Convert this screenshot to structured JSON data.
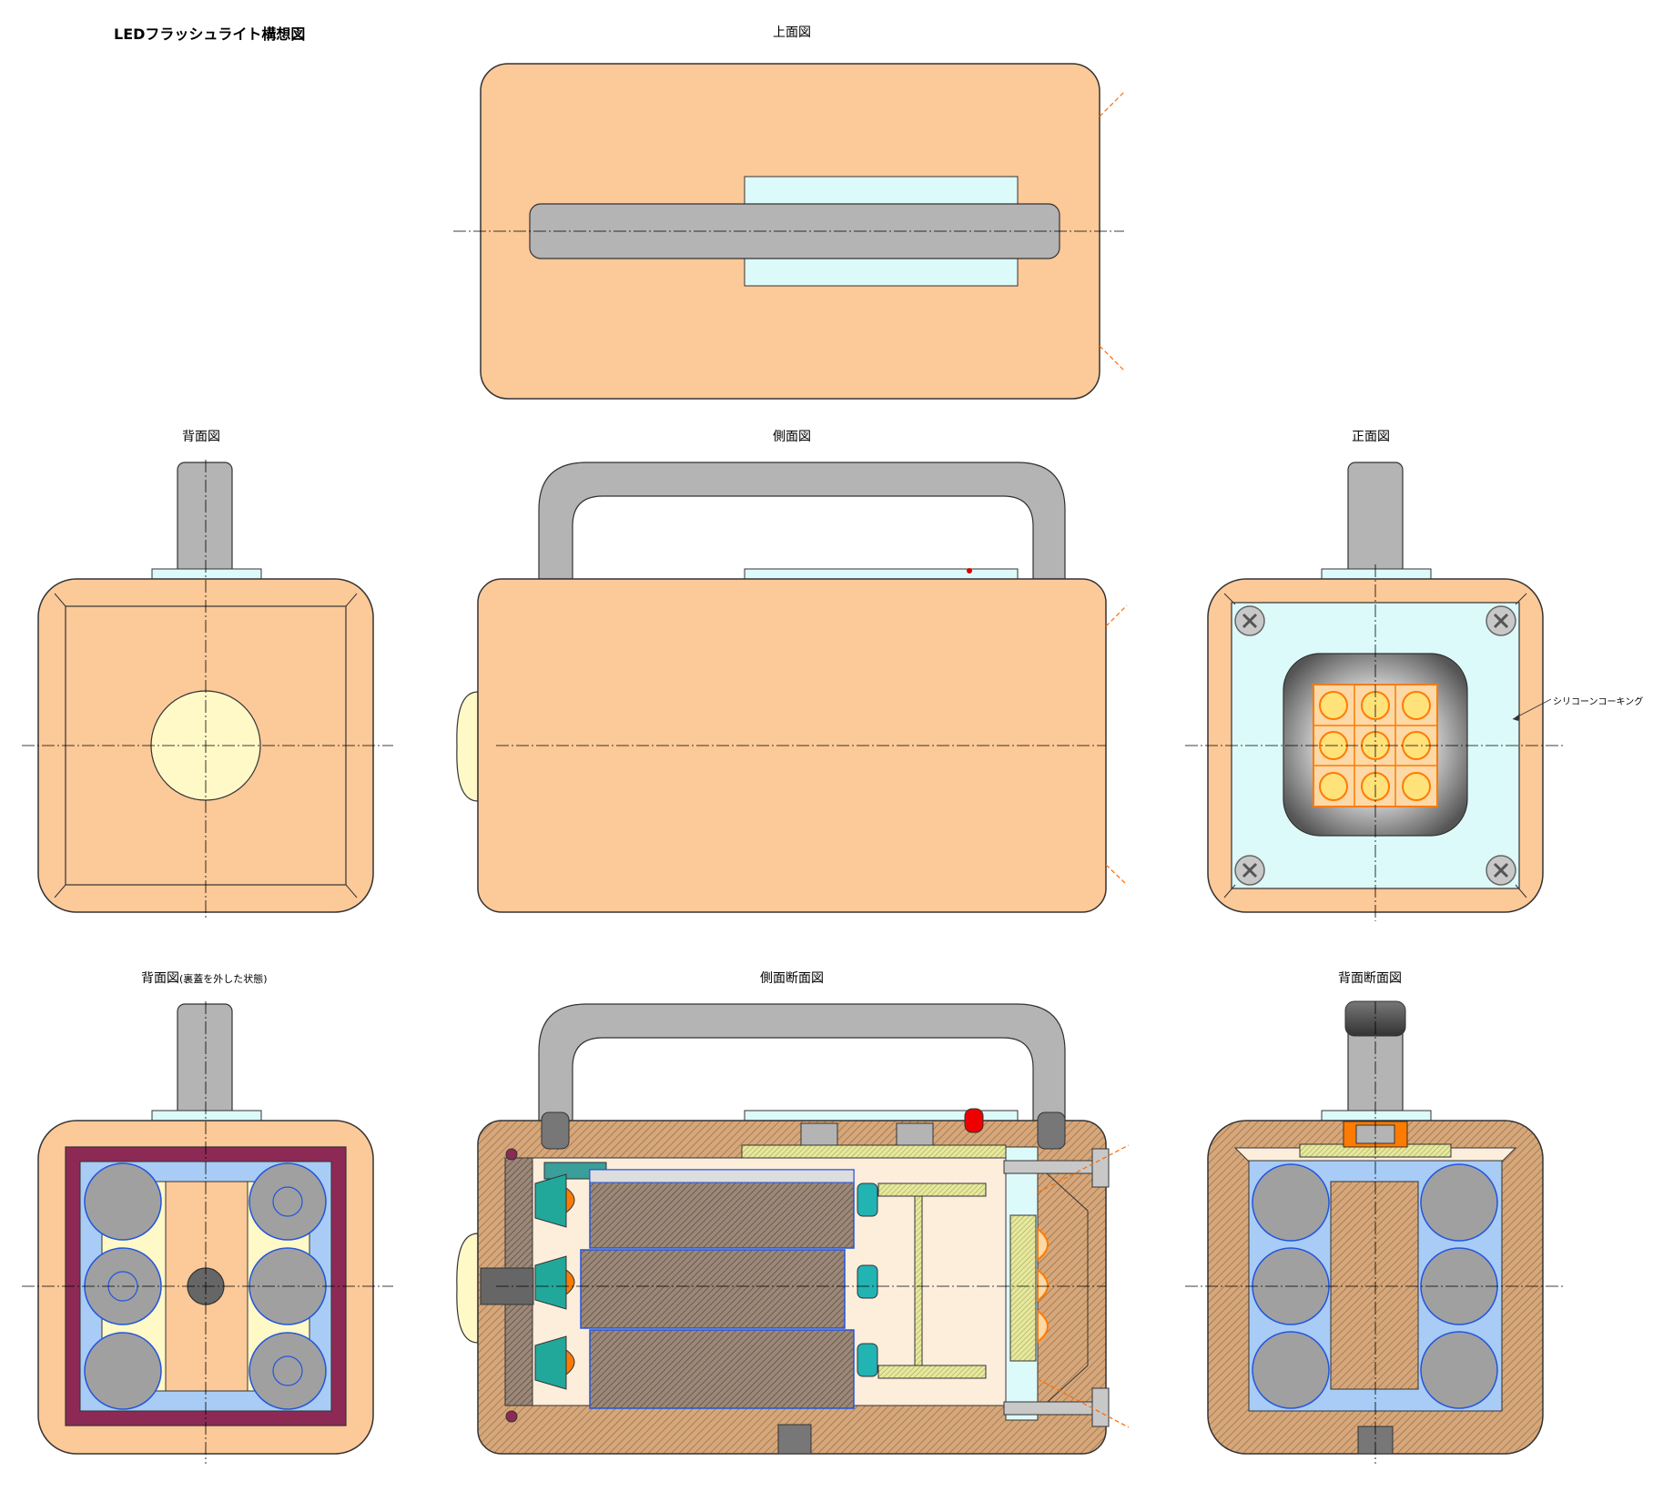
{
  "title": "LEDフラッシュライト構想図",
  "views": {
    "top": "上面図",
    "back": "背面図",
    "side": "側面図",
    "front": "正面図",
    "back_open_main": "背面図",
    "back_open_note": "(裏蓋を外した状態)",
    "side_section": "側面断面図",
    "back_section": "背面断面図"
  },
  "annotations": {
    "silicone": "シリコーンコーキング"
  },
  "colors": {
    "body": "#fcc998",
    "body_stroke": "#333333",
    "handle": "#b4b4b4",
    "window": "#ddfafa",
    "lens_cap": "#fff9c8",
    "battery_holder": "#a8ccf5",
    "battery": "#a0a0a0",
    "wall_frame": "#8c2a55",
    "led": "#ff7b00",
    "connector": "#22b3b3",
    "center_line": "#000000",
    "leader_line": "#ff6a00"
  }
}
